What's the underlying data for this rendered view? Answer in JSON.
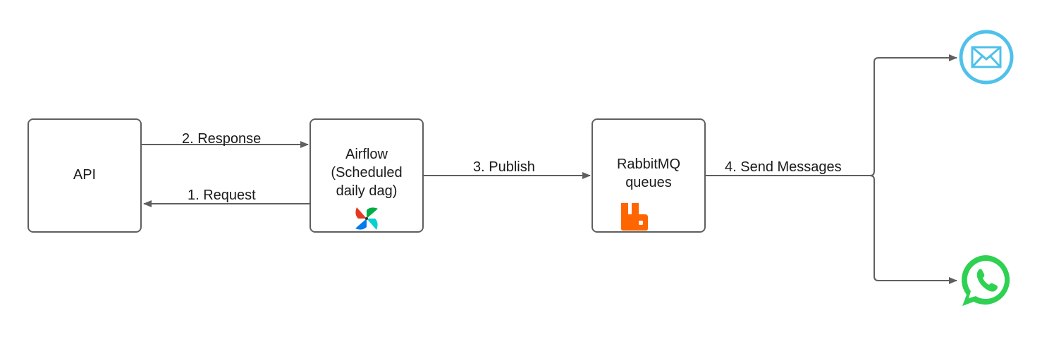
{
  "nodes": {
    "api": {
      "label": "API"
    },
    "airflow": {
      "label_lines": [
        "Airflow",
        "(Scheduled",
        "daily dag)"
      ],
      "icon": "airflow-pinwheel-icon"
    },
    "rabbitmq": {
      "label_lines": [
        "RabbitMQ",
        "queues"
      ],
      "icon": "rabbitmq-icon"
    },
    "email": {
      "icon": "email-icon"
    },
    "whatsapp": {
      "icon": "whatsapp-icon"
    }
  },
  "edges": {
    "response": {
      "label": "2. Response",
      "from": "api",
      "to": "airflow"
    },
    "request": {
      "label": "1. Request",
      "from": "airflow",
      "to": "api"
    },
    "publish": {
      "label": "3. Publish",
      "from": "airflow",
      "to": "rabbitmq"
    },
    "send_messages": {
      "label": "4. Send Messages",
      "from": "rabbitmq",
      "to": [
        "email",
        "whatsapp"
      ]
    }
  },
  "colors": {
    "border": "#5f5f5f",
    "arrow": "#5f5f5f",
    "email_blue": "#4fc1ea",
    "whatsapp_green": "#2fd152",
    "rabbitmq_orange": "#ff6600"
  }
}
